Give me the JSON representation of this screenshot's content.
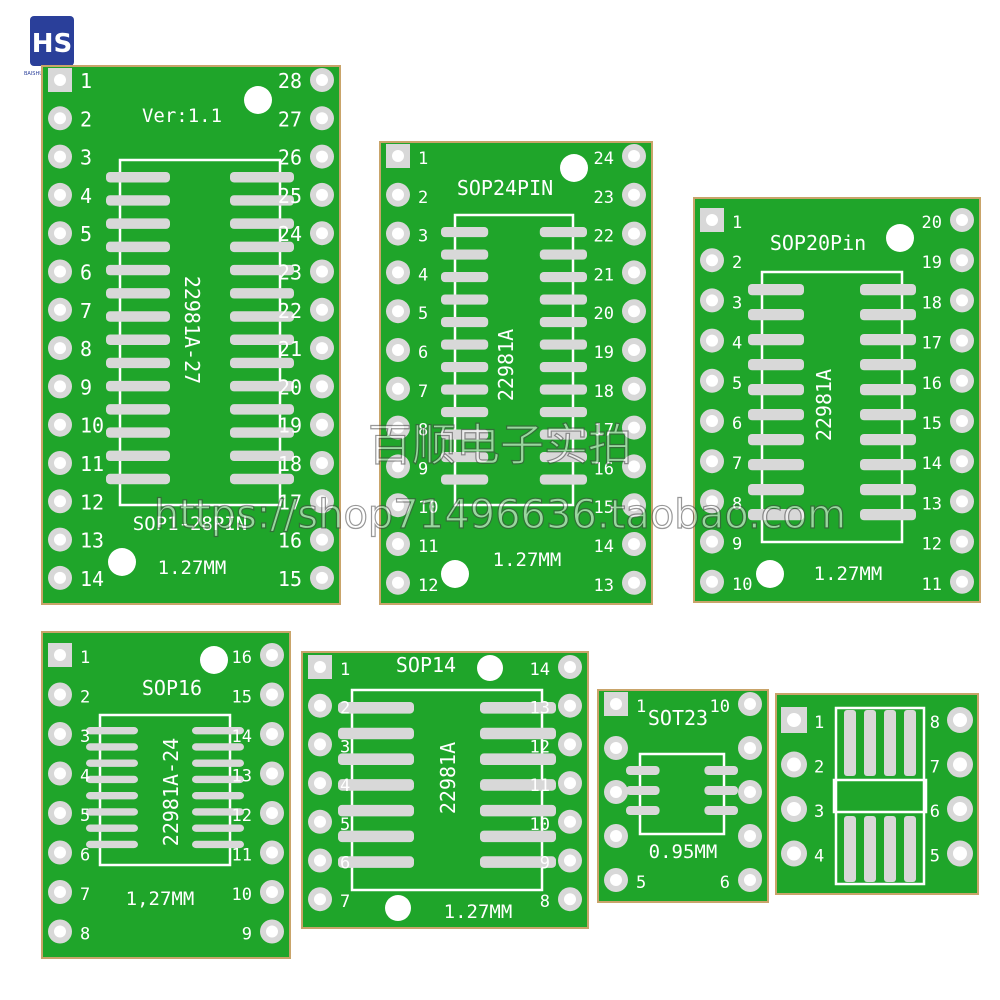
{
  "brand": {
    "logo_text": "HS",
    "tagline": "BAISHUN ELECTRONIC"
  },
  "watermark": {
    "line1": "百顺电子实拍",
    "line2": "https://shop71496636.taobao.com"
  },
  "colors": {
    "pcb_green": "#1fa52a",
    "pcb_dark": "#13831e",
    "silkscreen": "#ffffff",
    "pad": "#d8d8d8",
    "hole": "#ffffff",
    "logo_blue": "#2a3f9a"
  },
  "boards": {
    "sop28": {
      "title": "SOP1-28PIN",
      "ver": "Ver:1.1",
      "code": "22981A-27",
      "pitch": "1.27MM",
      "left_pins": [
        "1",
        "2",
        "3",
        "4",
        "5",
        "6",
        "7",
        "8",
        "9",
        "10",
        "11",
        "12",
        "13",
        "14"
      ],
      "right_pins": [
        "28",
        "27",
        "26",
        "25",
        "24",
        "23",
        "22",
        "21",
        "20",
        "19",
        "18",
        "17",
        "16",
        "15"
      ]
    },
    "sop24": {
      "title": "SOP24PIN",
      "code": "22981A",
      "pitch": "1.27MM",
      "left_pins": [
        "1",
        "2",
        "3",
        "4",
        "5",
        "6",
        "7",
        "8",
        "9",
        "10",
        "11",
        "12"
      ],
      "right_pins": [
        "24",
        "23",
        "22",
        "21",
        "20",
        "19",
        "18",
        "17",
        "16",
        "15",
        "14",
        "13"
      ]
    },
    "sop20": {
      "title": "SOP20Pin",
      "code": "22981A",
      "pitch": "1.27MM",
      "left_pins": [
        "1",
        "2",
        "3",
        "4",
        "5",
        "6",
        "7",
        "8",
        "9",
        "10"
      ],
      "right_pins": [
        "20",
        "19",
        "18",
        "17",
        "16",
        "15",
        "14",
        "13",
        "12",
        "11"
      ]
    },
    "sop16": {
      "title": "SOP16",
      "code": "22981A-24",
      "pitch": "1,27MM",
      "left_pins": [
        "1",
        "2",
        "3",
        "4",
        "5",
        "6",
        "7",
        "8"
      ],
      "right_pins": [
        "16",
        "15",
        "14",
        "13",
        "12",
        "11",
        "10",
        "9"
      ]
    },
    "sop14": {
      "title": "SOP14",
      "code": "22981A",
      "pitch": "1.27MM",
      "left_pins": [
        "1",
        "2",
        "3",
        "4",
        "5",
        "6",
        "7"
      ],
      "right_pins": [
        "14",
        "13",
        "12",
        "11",
        "10",
        "9",
        "8"
      ]
    },
    "sot23": {
      "title": "SOT23",
      "pitch": "0.95MM",
      "left_pins": [
        "1",
        "",
        "",
        "",
        "5"
      ],
      "right_pins": [
        "10",
        "",
        "",
        "",
        "6"
      ]
    },
    "sop8": {
      "left_pins": [
        "1",
        "2",
        "3",
        "4"
      ],
      "right_pins": [
        "8",
        "7",
        "6",
        "5"
      ]
    }
  }
}
